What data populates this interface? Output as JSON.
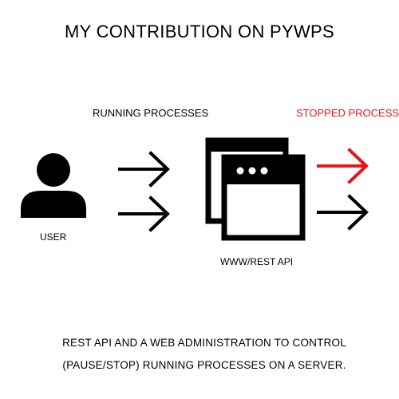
{
  "title": "MY CONTRIBUTION ON PYWPS",
  "labels": {
    "running": "RUNNING PROCESSES",
    "stopped": "STOPPED PROCESS",
    "user": "USER",
    "api": "WWW/REST API"
  },
  "caption": {
    "line1": "REST API AND A WEB ADMINISTRATION TO CONTROL",
    "line2": "(PAUSE/STOP) RUNNING PROCESSES ON A SERVER."
  },
  "colors": {
    "ink": "#000000",
    "stopped_accent": "#e8141c",
    "background": "#ffffff"
  },
  "icons": {
    "user": "user-silhouette-icon",
    "api": "browser-windows-icon",
    "arrow": "arrow-right-icon"
  }
}
